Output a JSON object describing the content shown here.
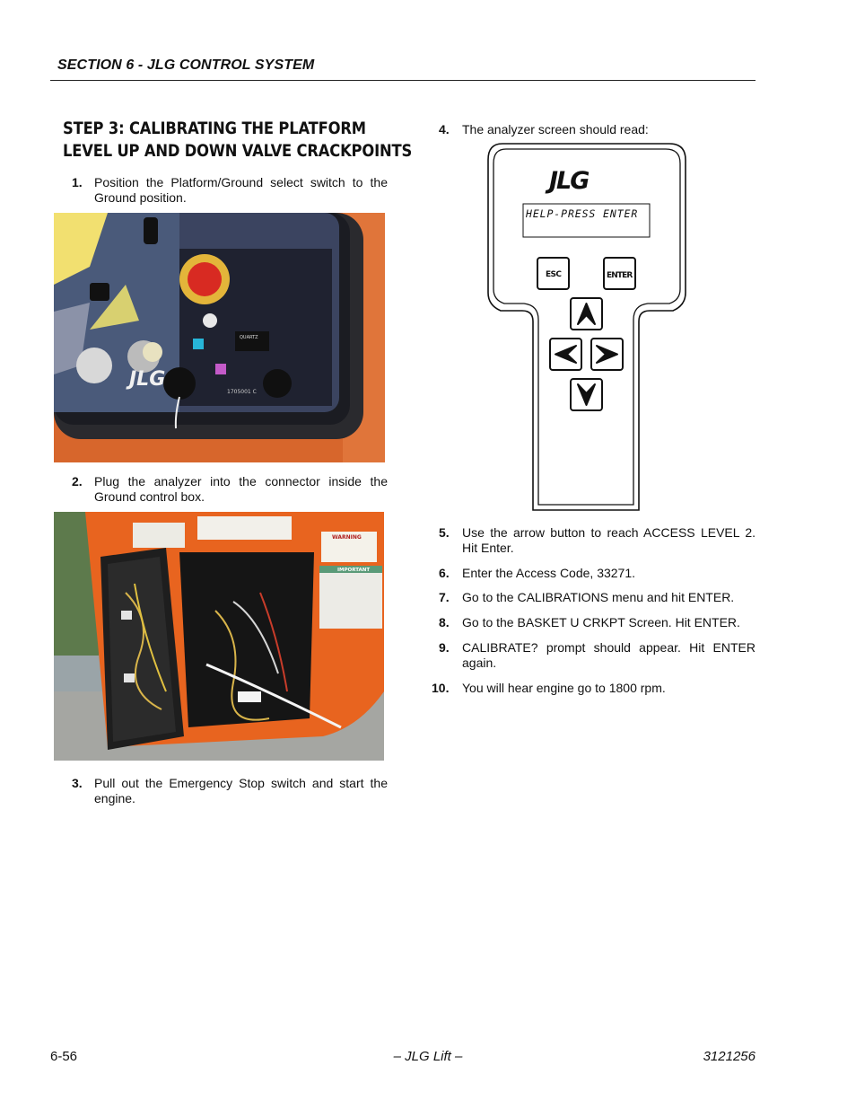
{
  "header": {
    "section_title": "SECTION 6 - JLG CONTROL SYSTEM"
  },
  "step": {
    "title_line1": "STEP 3: CALIBRATING THE PLATFORM",
    "title_line2": "LEVEL UP AND DOWN VALVE CRACKPOINTS"
  },
  "left_steps": [
    {
      "num": "1.",
      "text": "Position the Platform/Ground select switch to the Ground position."
    },
    {
      "num": "2.",
      "text": "Plug the analyzer into the connector inside the Ground control box."
    },
    {
      "num": "3.",
      "text": "Pull out the Emergency Stop switch and start the engine."
    }
  ],
  "right_steps": [
    {
      "num": "4.",
      "text": "The analyzer screen should read:"
    },
    {
      "num": "5.",
      "text": "Use the arrow button to reach ACCESS LEVEL 2. Hit Enter."
    },
    {
      "num": "6.",
      "text": "Enter the Access Code, 33271."
    },
    {
      "num": "7.",
      "text": "Go to the CALIBRATIONS menu and hit ENTER."
    },
    {
      "num": "8.",
      "text": "Go to the BASKET U CRKPT Screen. Hit ENTER."
    },
    {
      "num": "9.",
      "text": "CALIBRATE? prompt should appear. Hit ENTER again."
    },
    {
      "num": "10.",
      "text": "You will hear engine go to 1800 rpm."
    }
  ],
  "photo1": {
    "label_quartz": "QUARTZ",
    "label_part": "1705001 C",
    "logo": "JLG"
  },
  "photo2": {
    "label_warning": "WARNING",
    "label_important": "IMPORTANT"
  },
  "analyzer": {
    "logo": "JLG",
    "screen_text": "HELP-PRESS ENTER",
    "esc_label": "ESC",
    "enter_label": "ENTER",
    "icons": [
      "up-arrow-icon",
      "left-arrow-icon",
      "right-arrow-icon",
      "down-arrow-icon"
    ]
  },
  "footer": {
    "page": "6-56",
    "center": "– JLG Lift –",
    "doc_number": "3121256"
  }
}
